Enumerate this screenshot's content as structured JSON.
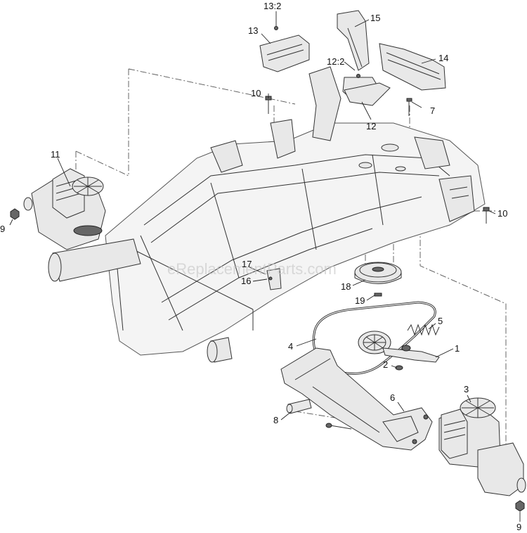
{
  "watermark": "eReplacementParts.com",
  "callouts": [
    {
      "id": "c-13-2",
      "text": "13:2"
    },
    {
      "id": "c-13",
      "text": "13"
    },
    {
      "id": "c-15",
      "text": "15"
    },
    {
      "id": "c-14",
      "text": "14"
    },
    {
      "id": "c-12-2",
      "text": "12:2"
    },
    {
      "id": "c-10a",
      "text": "10"
    },
    {
      "id": "c-7",
      "text": "7"
    },
    {
      "id": "c-12",
      "text": "12"
    },
    {
      "id": "c-11",
      "text": "11"
    },
    {
      "id": "c-9a",
      "text": "9"
    },
    {
      "id": "c-10b",
      "text": "10"
    },
    {
      "id": "c-17",
      "text": "17"
    },
    {
      "id": "c-16",
      "text": "16"
    },
    {
      "id": "c-18",
      "text": "18"
    },
    {
      "id": "c-19",
      "text": "19"
    },
    {
      "id": "c-5",
      "text": "5"
    },
    {
      "id": "c-4",
      "text": "4"
    },
    {
      "id": "c-1",
      "text": "1"
    },
    {
      "id": "c-2",
      "text": "2"
    },
    {
      "id": "c-3",
      "text": "3"
    },
    {
      "id": "c-6",
      "text": "6"
    },
    {
      "id": "c-8",
      "text": "8"
    },
    {
      "id": "c-9b",
      "text": "9"
    }
  ]
}
